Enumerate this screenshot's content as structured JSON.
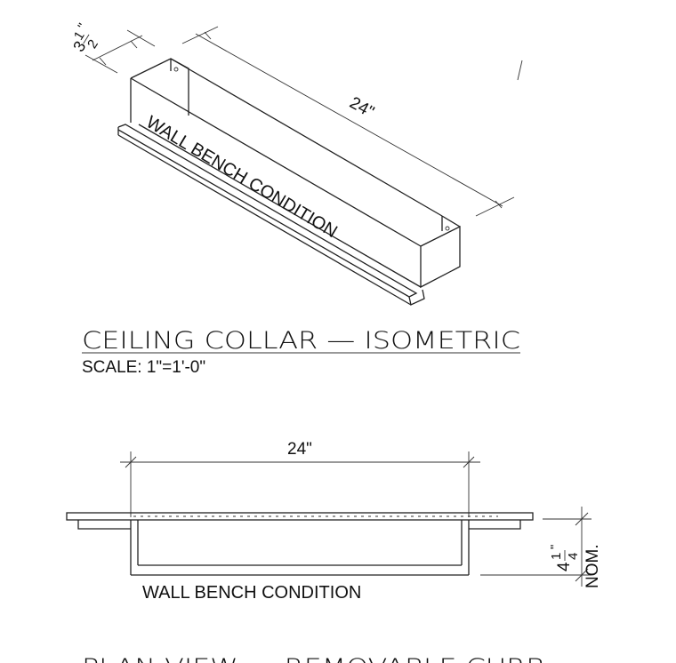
{
  "isometric": {
    "depth_whole": "3",
    "depth_num": "1",
    "depth_den": "2",
    "depth_unit": "\"",
    "length_label": "24\"",
    "condition_label": "WALL BENCH CONDITION",
    "title": "CEILING COLLAR — ISOMETRIC",
    "scale": "SCALE: 1\"=1'-0\""
  },
  "plan": {
    "length_label": "24\"",
    "condition_label": "WALL BENCH CONDITION",
    "height_whole": "4",
    "height_num": "1",
    "height_den": "4",
    "height_unit": "\"",
    "height_note": "NOM.",
    "next_title_partial": "PLAN VIEW — REMOVABLE CURB"
  }
}
